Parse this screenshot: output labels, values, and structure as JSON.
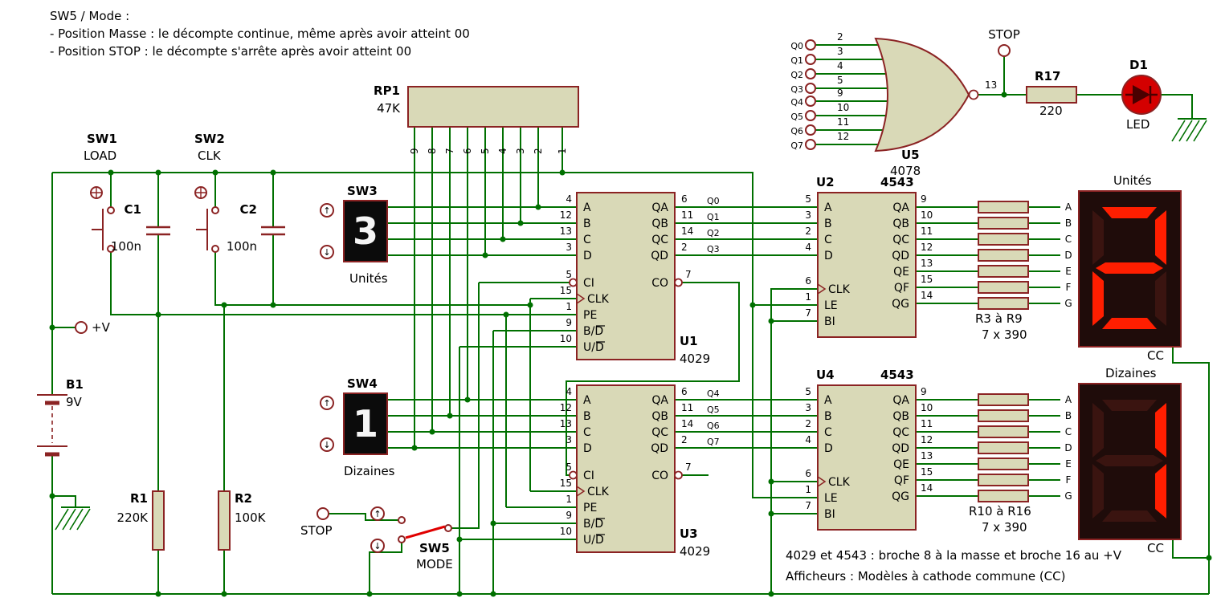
{
  "notes": {
    "line1": "SW5 / Mode :",
    "line2": "- Position Masse : le décompte continue, même après avoir atteint 00",
    "line3": "- Position STOP : le décompte s'arrête après avoir atteint 00"
  },
  "footer": {
    "line1": "4029 et 4543 : broche 8 à la masse et broche 16 au +V",
    "line2": "Afficheurs : Modèles à cathode commune (CC)"
  },
  "terminals": {
    "vplus": "+V",
    "stop_top": "STOP",
    "stop_bottom": "STOP"
  },
  "parts": {
    "sw1": {
      "ref": "SW1",
      "value": "LOAD"
    },
    "sw2": {
      "ref": "SW2",
      "value": "CLK"
    },
    "sw3": {
      "ref": "SW3",
      "digit": "3",
      "caption": "Unités",
      "up": "↑",
      "down": "↓"
    },
    "sw4": {
      "ref": "SW4",
      "digit": "1",
      "caption": "Dizaines",
      "up": "↑",
      "down": "↓"
    },
    "sw5": {
      "ref": "SW5",
      "value": "MODE",
      "up": "↑",
      "down": "↓"
    },
    "c1": {
      "ref": "C1",
      "value": "100n"
    },
    "c2": {
      "ref": "C2",
      "value": "100n"
    },
    "r1": {
      "ref": "R1",
      "value": "220K"
    },
    "r2": {
      "ref": "R2",
      "value": "100K"
    },
    "r17": {
      "ref": "R17",
      "value": "220"
    },
    "rp1": {
      "ref": "RP1",
      "value": "47K",
      "pins": [
        "9",
        "8",
        "7",
        "6",
        "5",
        "4",
        "3",
        "2",
        "1"
      ]
    },
    "rpack1": {
      "ref": "R3 à R9",
      "value": "7 x 390"
    },
    "rpack2": {
      "ref": "R10 à R16",
      "value": "7 x 390"
    },
    "b1": {
      "ref": "B1",
      "value": "9V"
    },
    "d1": {
      "ref": "D1",
      "value": "LED"
    }
  },
  "u1": {
    "ref": "U1",
    "value": "4029",
    "in": [
      {
        "num": "4",
        "name": "A"
      },
      {
        "num": "12",
        "name": "B"
      },
      {
        "num": "13",
        "name": "C"
      },
      {
        "num": "3",
        "name": "D"
      }
    ],
    "ctl": [
      {
        "num": "5",
        "name": "CI"
      },
      {
        "num": "15",
        "name": "CLK"
      },
      {
        "num": "1",
        "name": "PE"
      },
      {
        "num": "9",
        "name": "B/D"
      },
      {
        "num": "10",
        "name": "U/D"
      }
    ],
    "out": [
      {
        "num": "6",
        "name": "QA",
        "net": "Q0"
      },
      {
        "num": "11",
        "name": "QB",
        "net": "Q1"
      },
      {
        "num": "14",
        "name": "QC",
        "net": "Q2"
      },
      {
        "num": "2",
        "name": "QD",
        "net": "Q3"
      }
    ],
    "co": {
      "num": "7",
      "name": "CO"
    }
  },
  "u3": {
    "ref": "U3",
    "value": "4029",
    "in": [
      {
        "num": "4",
        "name": "A"
      },
      {
        "num": "12",
        "name": "B"
      },
      {
        "num": "13",
        "name": "C"
      },
      {
        "num": "3",
        "name": "D"
      }
    ],
    "ctl": [
      {
        "num": "5",
        "name": "CI"
      },
      {
        "num": "15",
        "name": "CLK"
      },
      {
        "num": "1",
        "name": "PE"
      },
      {
        "num": "9",
        "name": "B/D"
      },
      {
        "num": "10",
        "name": "U/D"
      }
    ],
    "out": [
      {
        "num": "6",
        "name": "QA",
        "net": "Q4"
      },
      {
        "num": "11",
        "name": "QB",
        "net": "Q5"
      },
      {
        "num": "14",
        "name": "QC",
        "net": "Q6"
      },
      {
        "num": "2",
        "name": "QD",
        "net": "Q7"
      }
    ],
    "co": {
      "num": "7",
      "name": "CO"
    }
  },
  "u2": {
    "ref": "U2",
    "value": "4543",
    "in": [
      {
        "num": "5",
        "name": "A"
      },
      {
        "num": "3",
        "name": "B"
      },
      {
        "num": "2",
        "name": "C"
      },
      {
        "num": "4",
        "name": "D"
      }
    ],
    "ctl": [
      {
        "num": "6",
        "name": "CLK"
      },
      {
        "num": "1",
        "name": "LE"
      },
      {
        "num": "7",
        "name": "BI"
      }
    ],
    "out": [
      {
        "num": "9",
        "name": "QA"
      },
      {
        "num": "10",
        "name": "QB"
      },
      {
        "num": "11",
        "name": "QC"
      },
      {
        "num": "12",
        "name": "QD"
      },
      {
        "num": "13",
        "name": "QE"
      },
      {
        "num": "15",
        "name": "QF"
      },
      {
        "num": "14",
        "name": "QG"
      }
    ]
  },
  "u4": {
    "ref": "U4",
    "value": "4543",
    "in": [
      {
        "num": "5",
        "name": "A"
      },
      {
        "num": "3",
        "name": "B"
      },
      {
        "num": "2",
        "name": "C"
      },
      {
        "num": "4",
        "name": "D"
      }
    ],
    "ctl": [
      {
        "num": "6",
        "name": "CLK"
      },
      {
        "num": "1",
        "name": "LE"
      },
      {
        "num": "7",
        "name": "BI"
      }
    ],
    "out": [
      {
        "num": "9",
        "name": "QA"
      },
      {
        "num": "10",
        "name": "QB"
      },
      {
        "num": "11",
        "name": "QC"
      },
      {
        "num": "12",
        "name": "QD"
      },
      {
        "num": "13",
        "name": "QE"
      },
      {
        "num": "15",
        "name": "QF"
      },
      {
        "num": "14",
        "name": "QG"
      }
    ]
  },
  "u5": {
    "ref": "U5",
    "value": "4078",
    "out_pin": "13",
    "in": [
      {
        "num": "2",
        "net": "Q0"
      },
      {
        "num": "3",
        "net": "Q1"
      },
      {
        "num": "4",
        "net": "Q2"
      },
      {
        "num": "5",
        "net": "Q3"
      },
      {
        "num": "9",
        "net": "Q4"
      },
      {
        "num": "10",
        "net": "Q5"
      },
      {
        "num": "11",
        "net": "Q6"
      },
      {
        "num": "12",
        "net": "Q7"
      }
    ]
  },
  "displays": {
    "units": {
      "title": "Unités",
      "digit": "2",
      "cc": "CC",
      "pins": [
        "A",
        "B",
        "C",
        "D",
        "E",
        "F",
        "G"
      ],
      "lit_segments": [
        "A",
        "B",
        "G",
        "E",
        "D"
      ]
    },
    "tens": {
      "title": "Dizaines",
      "digit": "1",
      "cc": "CC",
      "pins": [
        "A",
        "B",
        "C",
        "D",
        "E",
        "F",
        "G"
      ],
      "lit_segments": [
        "B",
        "C"
      ]
    }
  },
  "colors": {
    "wire": "#007000",
    "outline": "#8B2323",
    "fill": "#D9D9B7",
    "segment_on": "#FF1E00",
    "segment_off": "#3A1410",
    "display_bg": "#1F0C0A",
    "lever": "#E00000"
  }
}
